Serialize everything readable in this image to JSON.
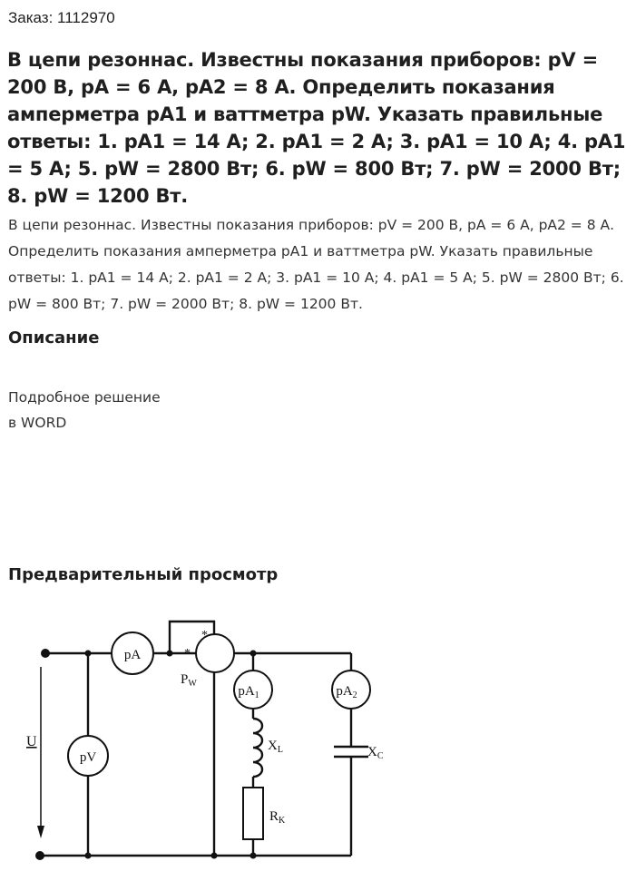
{
  "order": "Заказ: 1112970",
  "title": "В цепи резоннас. Известны показания приборов: pV = 200 В, pA = 6 А, pA2 = 8 А. Определить показания амперметра pA1 и ваттметра pW. Указать правильные ответы: 1. pA1 = 14 A; 2. pA1 = 2 A; 3. pA1 = 10 A; 4. pA1 = 5 A; 5. pW = 2800 Вт; 6. pW = 800 Вт; 7. pW = 2000 Вт; 8. pW = 1200 Вт.",
  "body": "В цепи резоннас. Известны показания приборов: pV = 200 В, pA = 6 А, pA2 = 8 А. Определить показания амперметра pA1 и ваттметра pW. Указать правильные ответы: 1. pA1 = 14 A; 2. pA1 = 2 A; 3. pA1 = 10 A; 4. pA1 = 5 A; 5. pW = 2800 Вт; 6. pW = 800 Вт; 7. pW = 2000 Вт; 8. pW = 1200 Вт.",
  "description": {
    "heading": "Описание",
    "line1": "Подробное решение",
    "line2": "в WORD"
  },
  "preview": {
    "heading": "Предварительный просмотр"
  },
  "circuit": {
    "label_pA": "pA",
    "label_pW": "P",
    "label_pW_sub": "W",
    "label_pA1": "pA",
    "label_pA1_sub": "1",
    "label_pA2": "pA",
    "label_pA2_sub": "2",
    "label_pV": "pV",
    "label_U": "U",
    "label_XL": "X",
    "label_XL_sub": "L",
    "label_XC": "X",
    "label_XC_sub": "C",
    "label_RK": "R",
    "label_RK_sub": "K",
    "star": "*"
  }
}
